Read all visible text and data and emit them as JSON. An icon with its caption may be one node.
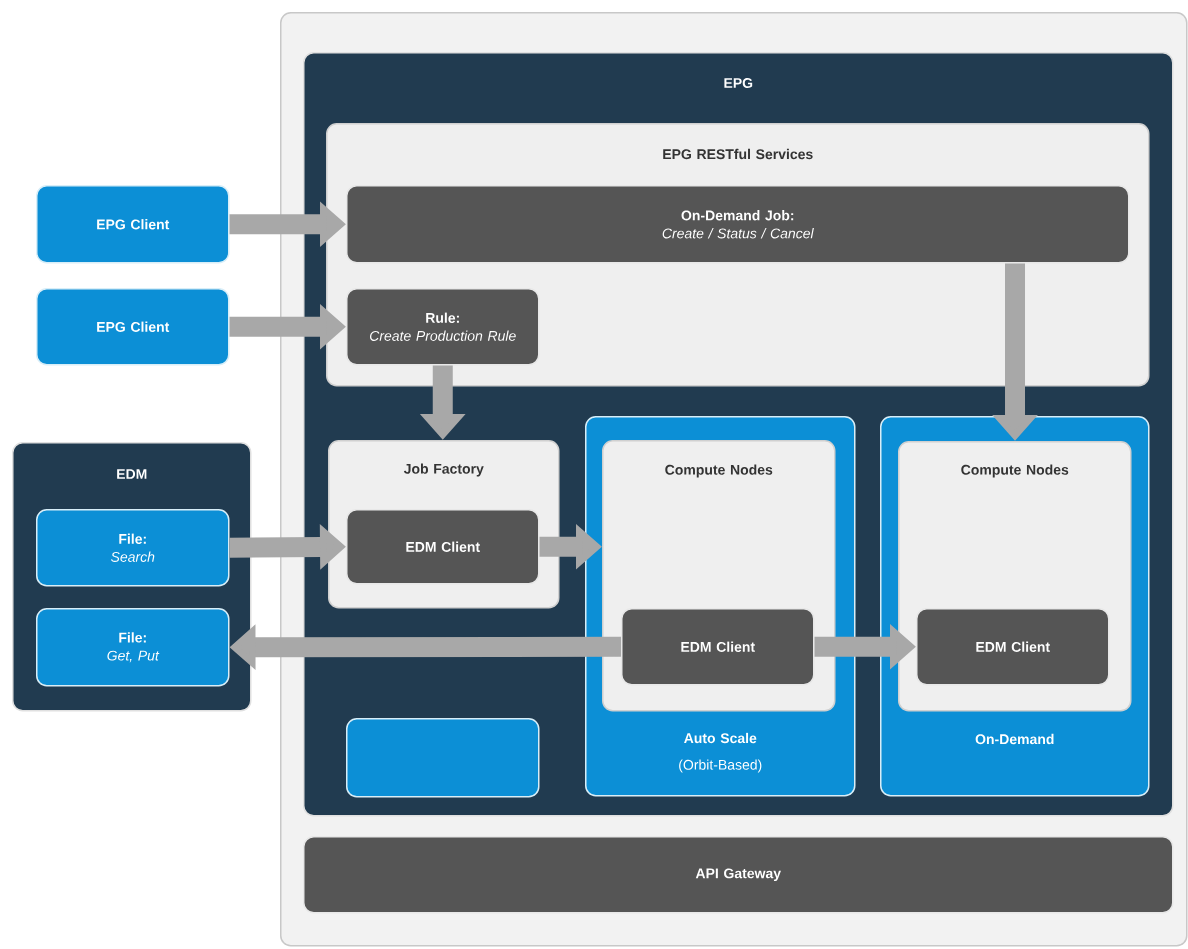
{
  "diagram": {
    "nodes": [
      {
        "text": [],
        "shape": "box"
      },
      {
        "text": [
          "EPG"
        ],
        "in": 0
      },
      {
        "text": [
          "EPG RESTful Services"
        ],
        "in": 1
      },
      {
        "text": [
          "On-Demand Job:",
          "Create / Status / Cancel"
        ],
        "in": 2
      },
      {
        "text": [
          "Rule:",
          "Create Production Rule"
        ],
        "in": 2
      },
      {
        "text": [
          "Job Factory"
        ],
        "in": 1
      },
      {
        "text": [
          "EDM Client"
        ],
        "in": 5
      },
      {
        "text": [
          "Auto Scale",
          "(Orbit-Based)"
        ],
        "in": 1
      },
      {
        "text": [
          "Compute Nodes"
        ],
        "in": 7
      },
      {
        "text": [
          "EDM Client"
        ],
        "in": 8
      },
      {
        "text": [
          "On-Demand"
        ],
        "in": 1
      },
      {
        "text": [
          "Compute Nodes"
        ],
        "in": 10
      },
      {
        "text": [
          "EDM Client"
        ],
        "in": 11
      },
      {
        "text": [],
        "shape": "box",
        "in": 1
      },
      {
        "text": [
          "API Gateway"
        ],
        "in": 0
      },
      {
        "text": [
          "EPG Client"
        ]
      },
      {
        "text": [
          "EPG Client"
        ]
      },
      {
        "text": [
          "EDM"
        ]
      },
      {
        "text": [
          "File:",
          "Search"
        ],
        "in": 17
      },
      {
        "text": [
          "File:",
          "Get, Put"
        ],
        "in": 17
      }
    ],
    "edges": [
      {
        "from": 15,
        "to": 3,
        "arrow": "to"
      },
      {
        "from": 16,
        "to": 4,
        "arrow": "to"
      },
      {
        "from": 4,
        "to": 5,
        "arrow": "to"
      },
      {
        "from": 3,
        "to": 11,
        "arrow": "to"
      },
      {
        "from": 18,
        "to": 6,
        "arrow": "to"
      },
      {
        "from": 6,
        "to": 8,
        "arrow": "to"
      },
      {
        "from": 9,
        "to": 19,
        "arrow": "to"
      },
      {
        "from": 9,
        "to": 12,
        "arrow": "to"
      }
    ]
  }
}
